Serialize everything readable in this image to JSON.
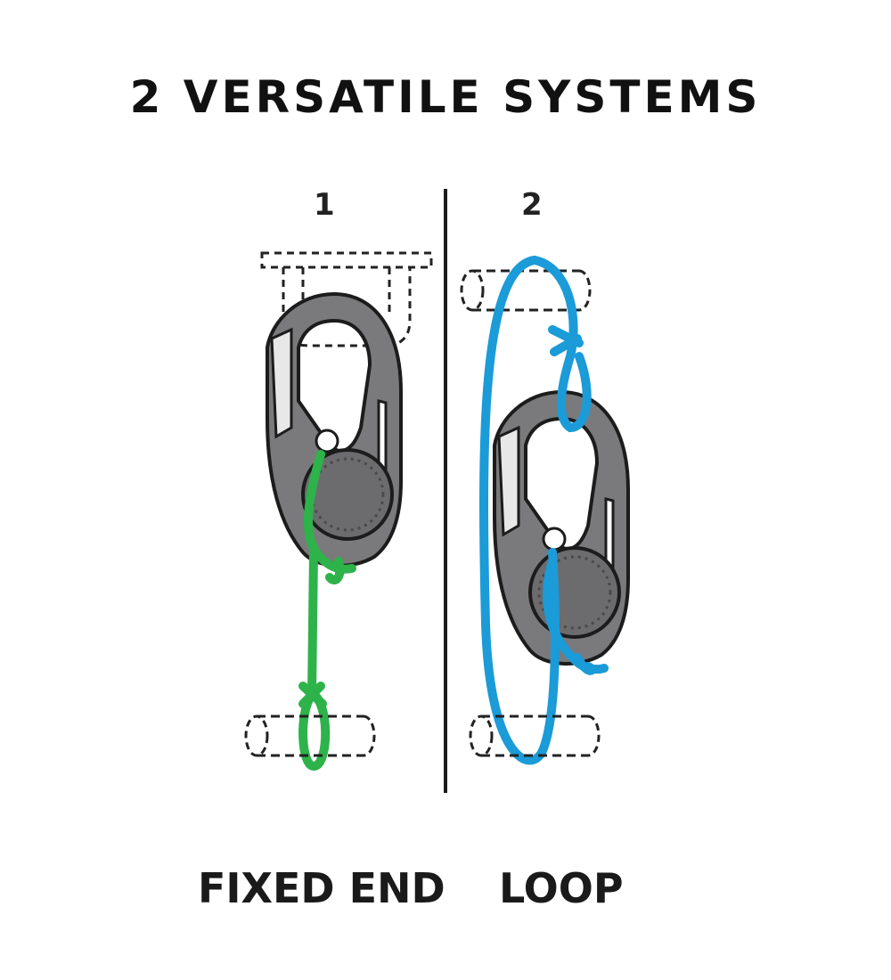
{
  "title": "2 VERSATILE SYSTEMS",
  "panels": [
    {
      "number": "1",
      "label": "FIXED END",
      "cord_color": "#2db34a"
    },
    {
      "number": "2",
      "label": "LOOP",
      "cord_color": "#1b9bd7"
    }
  ],
  "colors": {
    "clip_body": "#7a7a7c",
    "clip_dark": "#4a4a4c",
    "outline": "#1c1c1c",
    "dashed": "#222222"
  }
}
